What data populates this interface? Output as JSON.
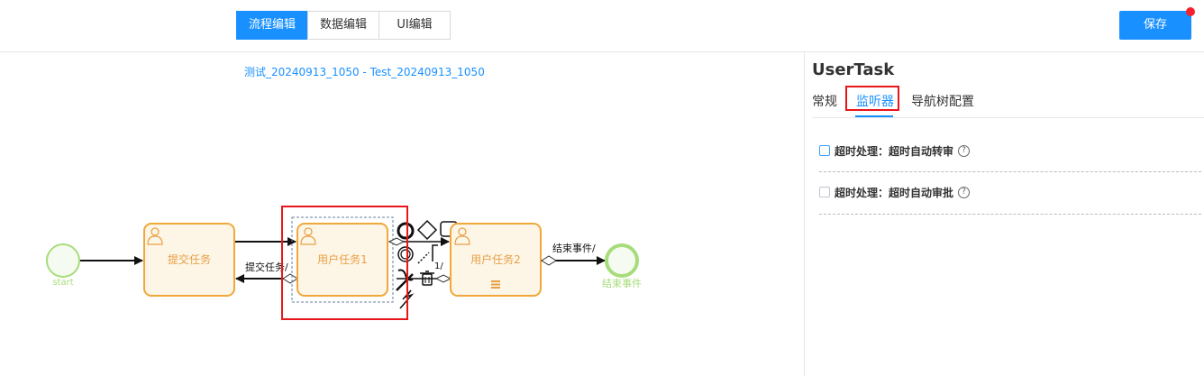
{
  "toolbar": {
    "tabs": [
      {
        "label": "流程编辑",
        "active": true
      },
      {
        "label": "数据编辑",
        "active": false
      },
      {
        "label": "UI编辑",
        "active": false
      }
    ],
    "save_label": "保存"
  },
  "process": {
    "title": "测试_20240913_1050 - Test_20240913_1050",
    "start_label": "start",
    "end_label": "结束事件",
    "tasks": [
      {
        "name": "提交任务"
      },
      {
        "name": "用户任务1"
      },
      {
        "name": "用户任务2"
      }
    ],
    "flows": {
      "back_flow": "提交任务/",
      "end_flow": "结束事件/",
      "partial_flow": "1/"
    }
  },
  "panel": {
    "title": "UserTask",
    "tabs": [
      {
        "label": "常规",
        "active": false
      },
      {
        "label": "监听器",
        "active": true
      },
      {
        "label": "导航树配置",
        "active": false
      }
    ],
    "options": [
      {
        "label": "超时处理：超时自动转审",
        "checked": false
      },
      {
        "label": "超时处理：超时自动审批",
        "checked": false
      }
    ]
  },
  "colors": {
    "accent": "#1890ff",
    "task_border": "#f0a83a",
    "task_fill": "#fdf5e6",
    "task_text": "#e8a045",
    "event_green": "#a6dd7a",
    "highlight_red": "#e8161b"
  }
}
